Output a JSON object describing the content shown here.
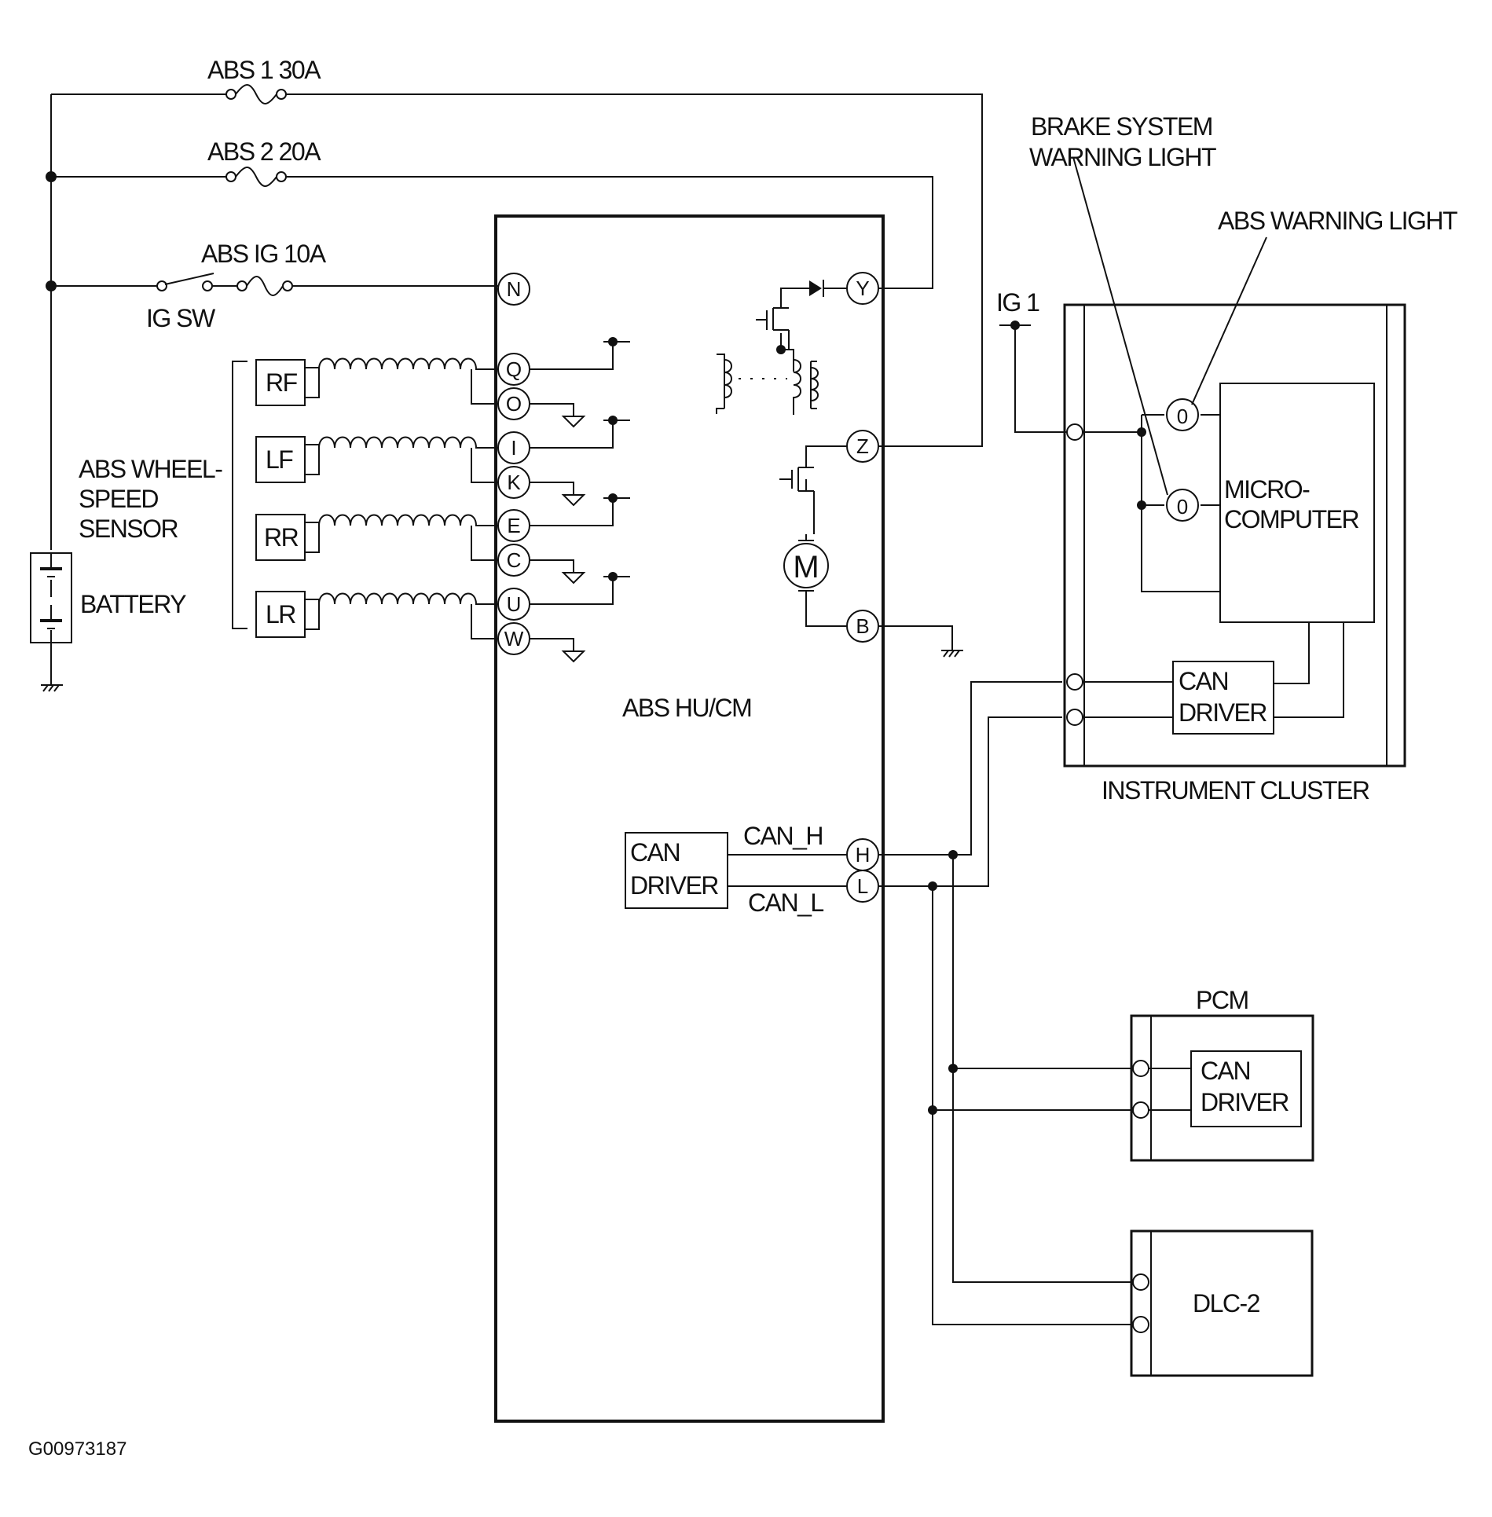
{
  "fuses": {
    "abs1": "ABS 1 30A",
    "abs2": "ABS 2 20A",
    "absig": "ABS IG 10A"
  },
  "ig_sw": "IG SW",
  "ig1": "IG 1",
  "battery": "BATTERY",
  "wheel_speed_sensor": [
    "ABS WHEEL-",
    "SPEED",
    "SENSOR"
  ],
  "sensors": [
    "RF",
    "LF",
    "RR",
    "LR"
  ],
  "terminals": {
    "N": "N",
    "Q": "Q",
    "O": "O",
    "I": "I",
    "K": "K",
    "E": "E",
    "C": "C",
    "U": "U",
    "W": "W",
    "Y": "Y",
    "Z": "Z",
    "B": "B",
    "H": "H",
    "L": "L"
  },
  "motor": "M",
  "abs_module": "ABS  HU/CM",
  "can_driver": [
    "CAN",
    "DRIVER"
  ],
  "can_h": "CAN_H",
  "can_l": "CAN_L",
  "brake_warning": [
    "BRAKE SYSTEM",
    "WARNING LIGHT"
  ],
  "abs_warning": "ABS WARNING LIGHT",
  "microcomputer": [
    "MICRO-",
    "COMPUTER"
  ],
  "bulb": "0",
  "instrument_cluster": "INSTRUMENT CLUSTER",
  "pcm": "PCM",
  "dlc": "DLC-2",
  "figure_id": "G00973187"
}
